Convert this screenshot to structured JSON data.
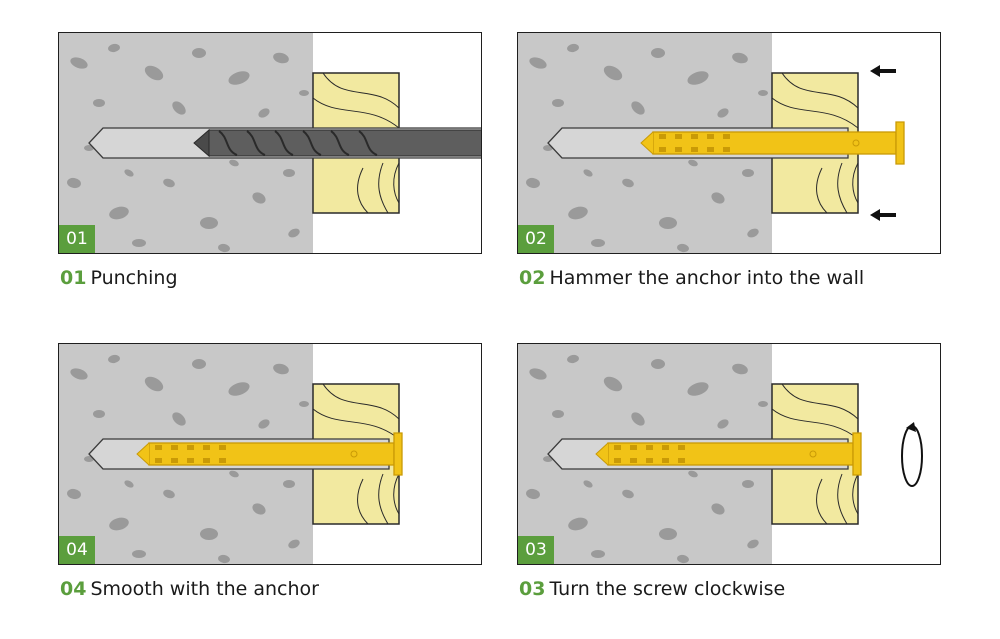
{
  "panels": [
    {
      "id": "p1",
      "badge": "01",
      "stage": "drill"
    },
    {
      "id": "p2",
      "badge": "02",
      "stage": "hammer"
    },
    {
      "id": "p4",
      "badge": "04",
      "stage": "flush"
    },
    {
      "id": "p3",
      "badge": "03",
      "stage": "screw"
    }
  ],
  "captions": {
    "c1": {
      "num": "01",
      "text": "Punching"
    },
    "c2": {
      "num": "02",
      "text": "Hammer the anchor into the wall"
    },
    "c4": {
      "num": "04",
      "text": "Smooth with the anchor"
    },
    "c3": {
      "num": "03",
      "text": "Turn the screw clockwise"
    }
  },
  "colors": {
    "concrete": "#c8c8c8",
    "speckle": "#9a9a9a",
    "wood": "#f2e9a0",
    "anchor": "#f1c317",
    "anchor_dark": "#c99a06",
    "drill": "#5e5e5e",
    "accent": "#5b9e3d"
  }
}
